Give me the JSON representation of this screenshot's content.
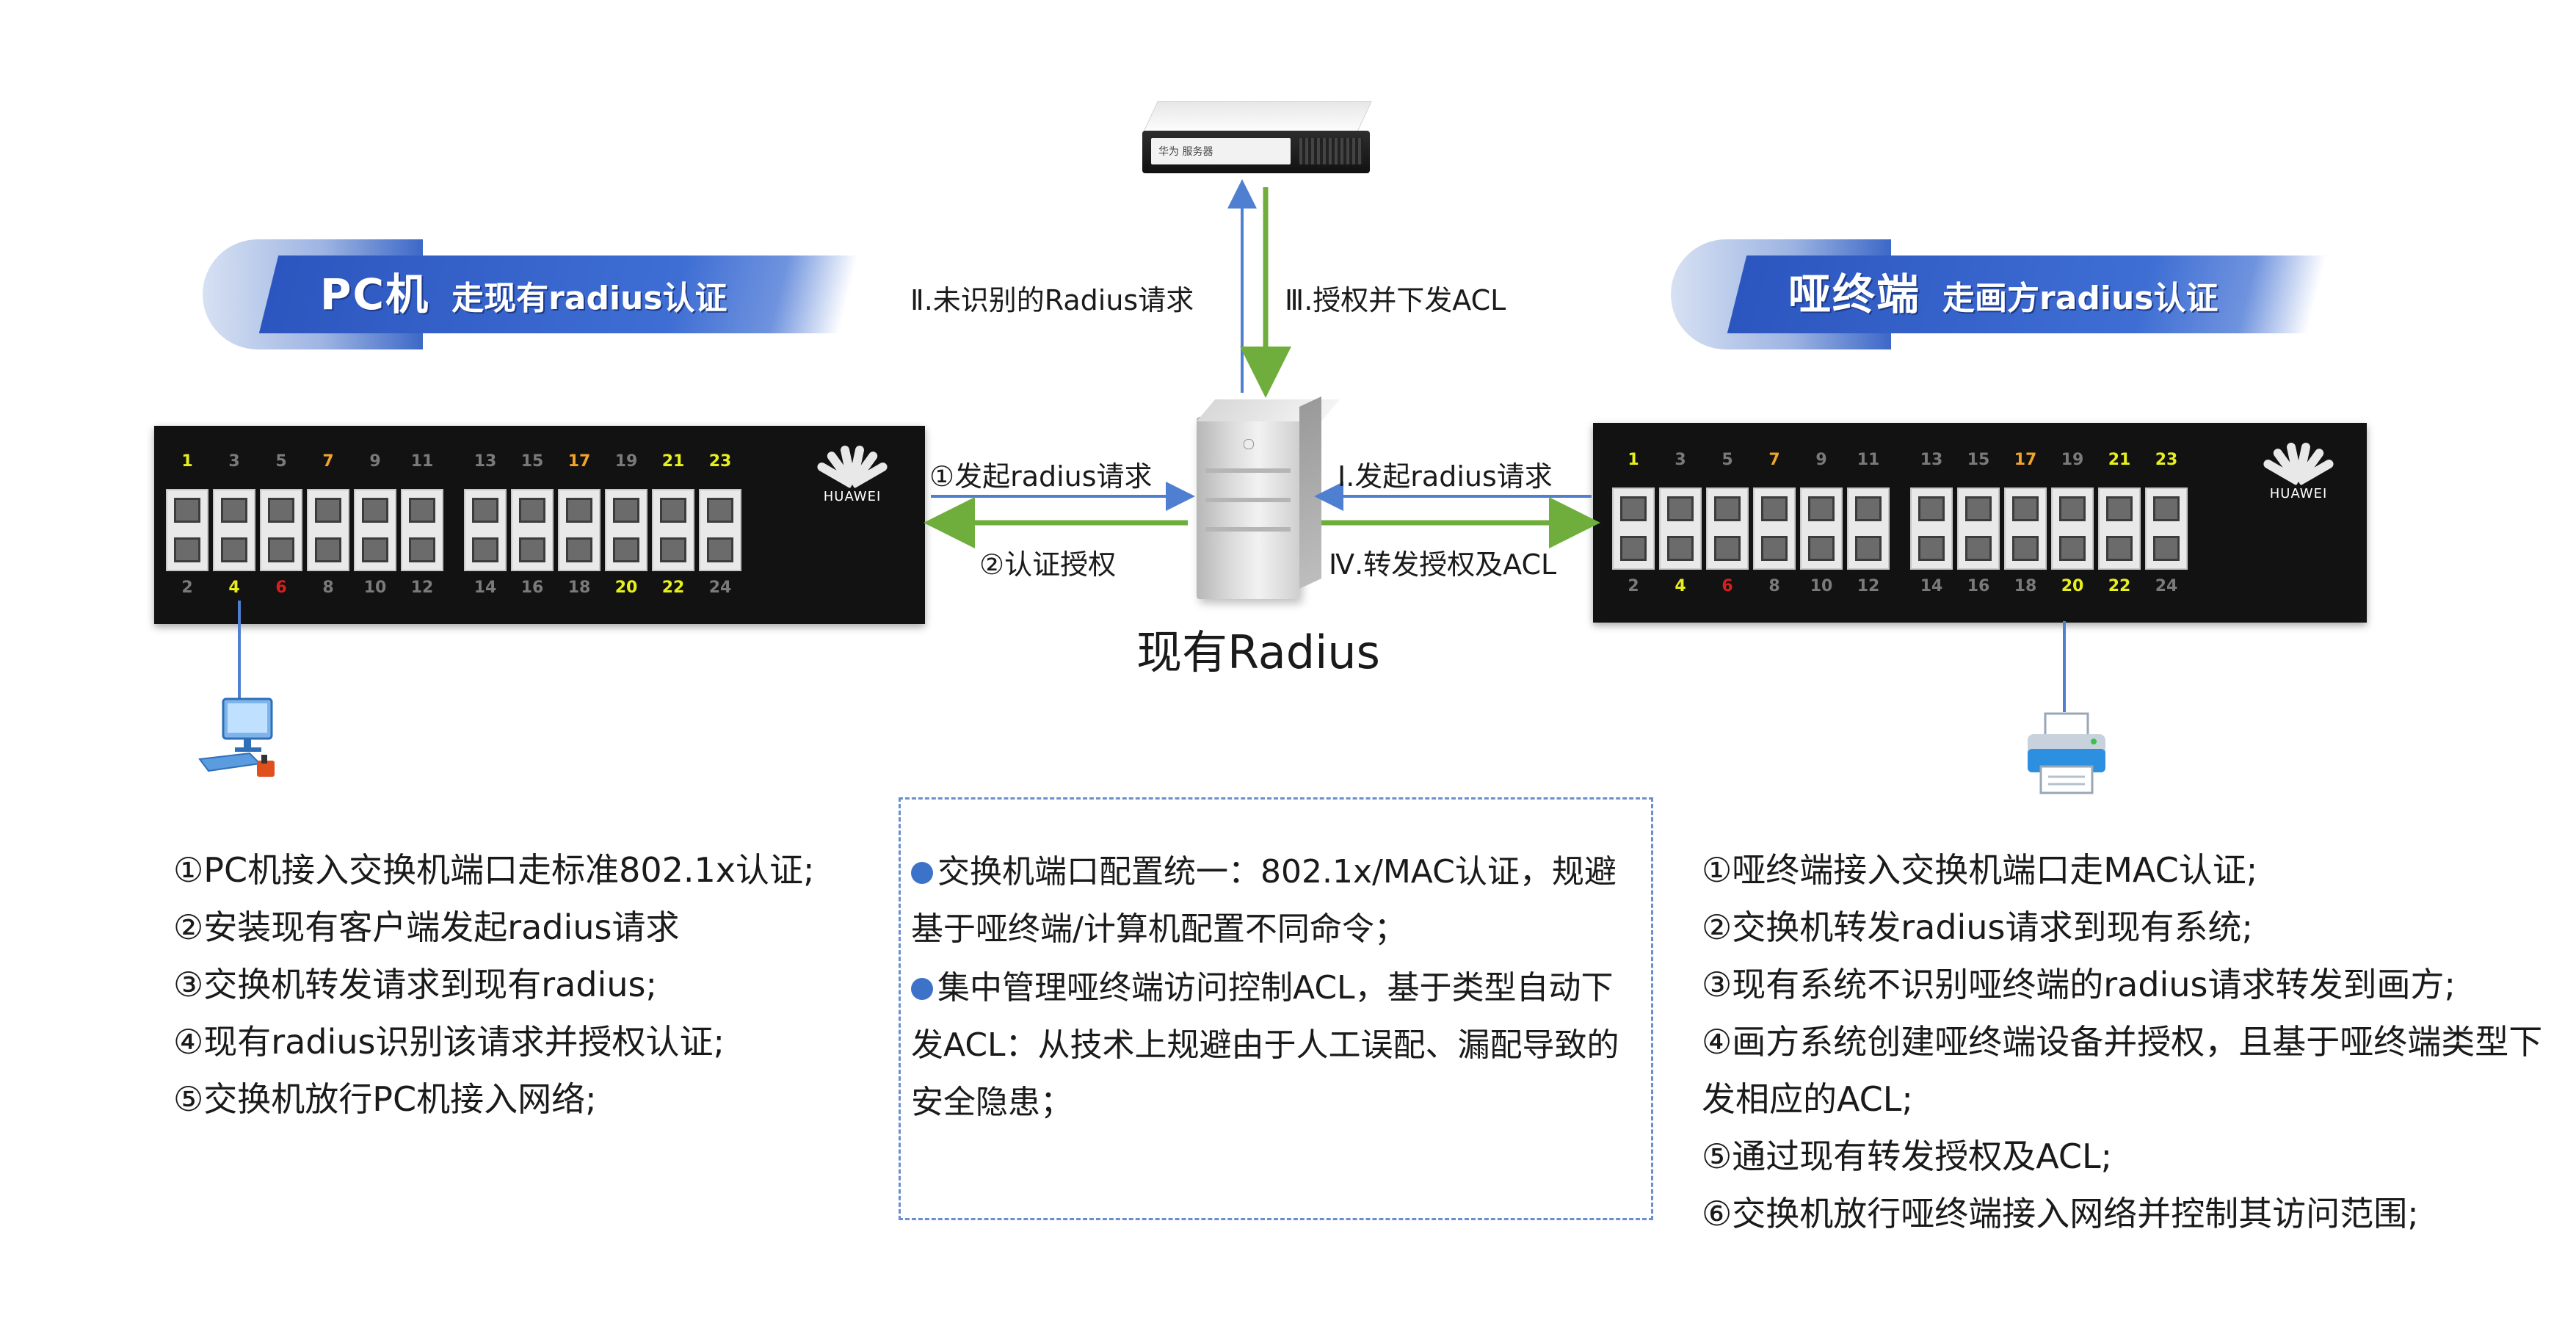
{
  "left_banner": {
    "big": "PC机",
    "small": "走现有radius认证"
  },
  "right_banner": {
    "big": "哑终端",
    "small": "走画方radius认证"
  },
  "switch_ports": {
    "top": [
      "1",
      "3",
      "5",
      "7",
      "9",
      "11",
      "13",
      "15",
      "17",
      "19",
      "21",
      "23"
    ],
    "bottom": [
      "2",
      "4",
      "6",
      "8",
      "10",
      "12",
      "14",
      "16",
      "18",
      "20",
      "22",
      "24"
    ]
  },
  "huawei_logo": "HUAWEI",
  "rack_server_label": "华为 服务器",
  "arrows": {
    "left_up": "①发起radius请求",
    "left_down": "②认证授权",
    "right_in": "Ⅰ.发起radius请求",
    "right_out": "Ⅳ.转发授权及ACL",
    "server_up": "Ⅱ.未识别的Radius请求",
    "server_down": "Ⅲ.授权并下发ACL"
  },
  "radius_title": "现有Radius",
  "left_steps": [
    "①PC机接入交换机端口走标准802.1x认证;",
    "②安装现有客户端发起radius请求",
    "③交换机转发请求到现有radius;",
    "④现有radius识别该请求并授权认证;",
    "⑤交换机放行PC机接入网络;"
  ],
  "middle_points": [
    "交换机端口配置统一：802.1x/MAC认证，规避基于哑终端/计算机配置不同命令；",
    "集中管理哑终端访问控制ACL，基于类型自动下发ACL：从技术上规避由于人工误配、漏配导致的安全隐患；"
  ],
  "right_steps": [
    "①哑终端接入交换机端口走MAC认证;",
    "②交换机转发radius请求到现有系统;",
    "③现有系统不识别哑终端的radius请求转发到画方;",
    "④画方系统创建哑终端设备并授权，且基于哑终端类型下发相应的ACL;",
    "⑤通过现有转发授权及ACL;",
    "⑥交换机放行哑终端接入网络并控制其访问范围;"
  ],
  "colors": {
    "arrow_blue": "#4f7fd0",
    "arrow_green": "#6fae3c",
    "banner_blue": "#2c56bf",
    "dash_border": "#6a8fcf"
  }
}
